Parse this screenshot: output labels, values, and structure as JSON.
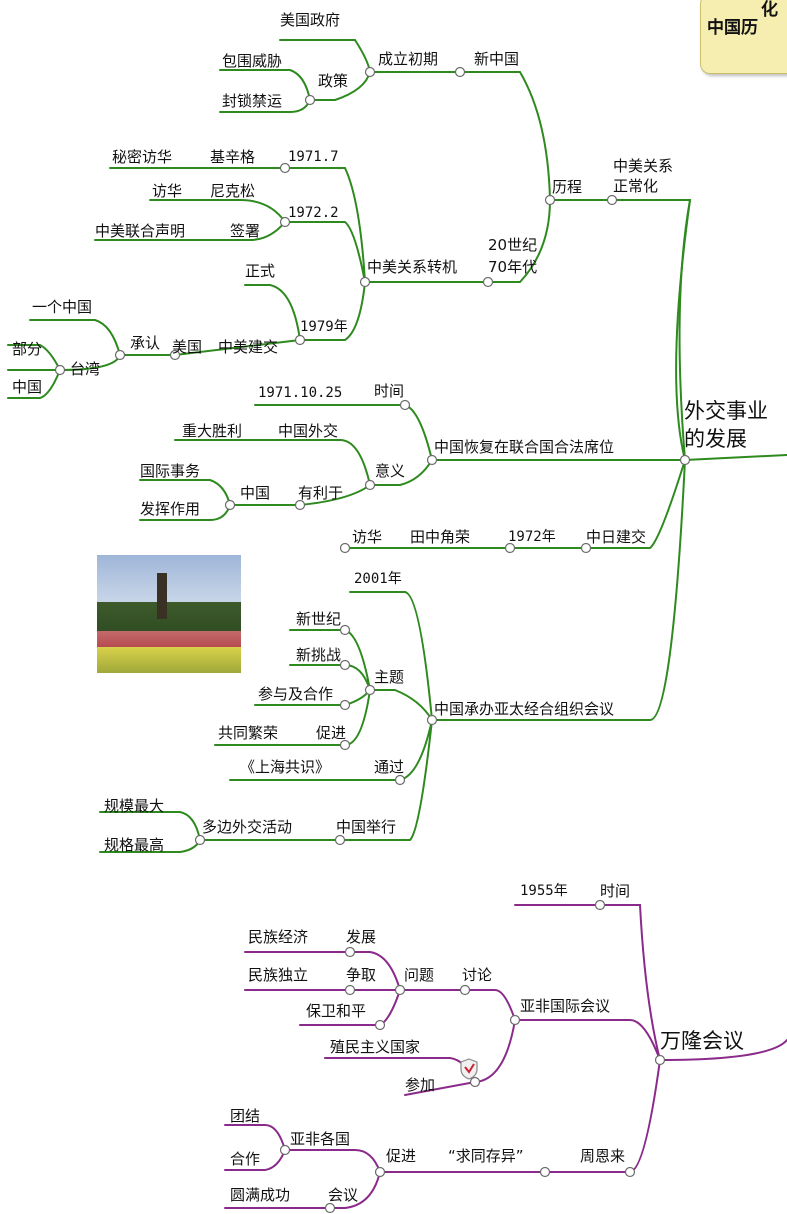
{
  "corner_note": {
    "line1": "化",
    "line2": "中国历"
  },
  "photo": {
    "subject": "windmill-and-tulip-field"
  },
  "colors": {
    "green_branch": "#2e8a1e",
    "purple_branch": "#8a2a8a",
    "node_ring": "#6b6b6b"
  },
  "labels": {
    "waijiao": "外交事业",
    "waijiao2": "的发展",
    "lishi": "历程",
    "zhongmei1": "中美关系",
    "zhongmei2": "正常化",
    "xinzhongguo": "新中国",
    "chengli": "成立初期",
    "meiguozhengfu": "美国政府",
    "zhengce": "政策",
    "baowei": "包围威胁",
    "fengsuo": "封锁禁运",
    "year70a": "20世纪",
    "year70b": "70年代",
    "zhuanji": "中美关系转机",
    "y1971": "1971.7",
    "jixinge": "基辛格",
    "mimi": "秘密访华",
    "y1972": "1972.2",
    "nikesong": "尼克松",
    "fanghua1": "访华",
    "qianshu": "签署",
    "shengming": "中美联合声明",
    "y1979": "1979年",
    "zhengshi": "正式",
    "jianjiao": "中美建交",
    "meiguo": "美国",
    "chengren": "承认",
    "yigezhongguo": "一个中国",
    "taiwan": "台湾",
    "bufen": "部分",
    "zhongguo1": "中国",
    "huifu": "中国恢复在联合国合法席位",
    "shijian1": "时间",
    "d19711025": "1971.10.25",
    "yiyi": "意义",
    "zhongguowaijiao": "中国外交",
    "zhongda": "重大胜利",
    "youliyu": "有利于",
    "zhongguo2": "中国",
    "guoji": "国际事务",
    "fahui": "发挥作用",
    "zhongri": "中日建交",
    "y1972b": "1972年",
    "tianzhong": "田中角荣",
    "fanghua2": "访华",
    "apec": "中国承办亚太经合组织会议",
    "y2001": "2001年",
    "zhuti": "主题",
    "xinshiji": "新世纪",
    "xintiaozhan": "新挑战",
    "canyu": "参与及合作",
    "cujin1": "促进",
    "gongtong": "共同繁荣",
    "tongguo": "通过",
    "shanghai": "《上海共识》",
    "juxing": "中国举行",
    "duobian": "多边外交活动",
    "guimo": "规模最大",
    "guige": "规格最高",
    "wanlong": "万隆会议",
    "shijian2": "时间",
    "y1955": "1955年",
    "yafei": "亚非国际会议",
    "taolun": "讨论",
    "wenti": "问题",
    "fazhan": "发展",
    "minzujingji": "民族经济",
    "zhengqu": "争取",
    "minzuduli": "民族独立",
    "baowei2": "保卫和平",
    "canjia": "参加",
    "zhimin": "殖民主义国家",
    "zhouenlai": "周恩来",
    "qiutong": "“求同存异”",
    "cujin2": "促进",
    "yafeigeguo": "亚非各国",
    "tuanjie": "团结",
    "hezuo": "合作",
    "huiyi": "会议",
    "yuanman": "圆满成功"
  }
}
